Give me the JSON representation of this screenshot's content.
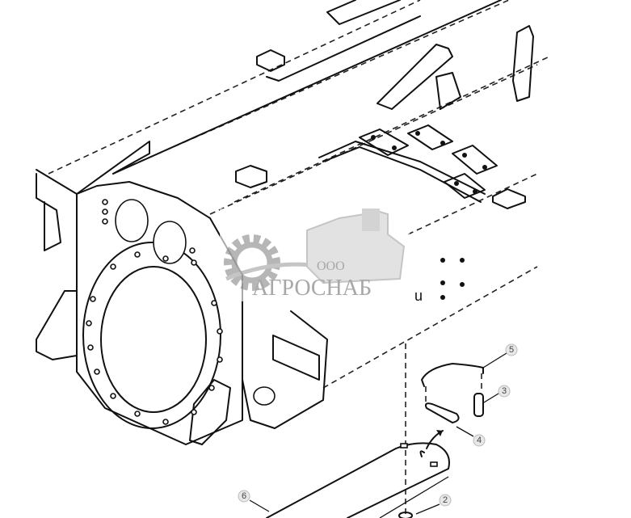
{
  "diagram": {
    "callouts": [
      {
        "label": "5"
      },
      {
        "label": "3"
      },
      {
        "label": "4"
      },
      {
        "label": "6"
      },
      {
        "label": "2"
      }
    ],
    "stray_text": "u"
  },
  "watermark": {
    "prefix": "ООО",
    "name": "АГРОСНАБ",
    "color": "#999999"
  }
}
